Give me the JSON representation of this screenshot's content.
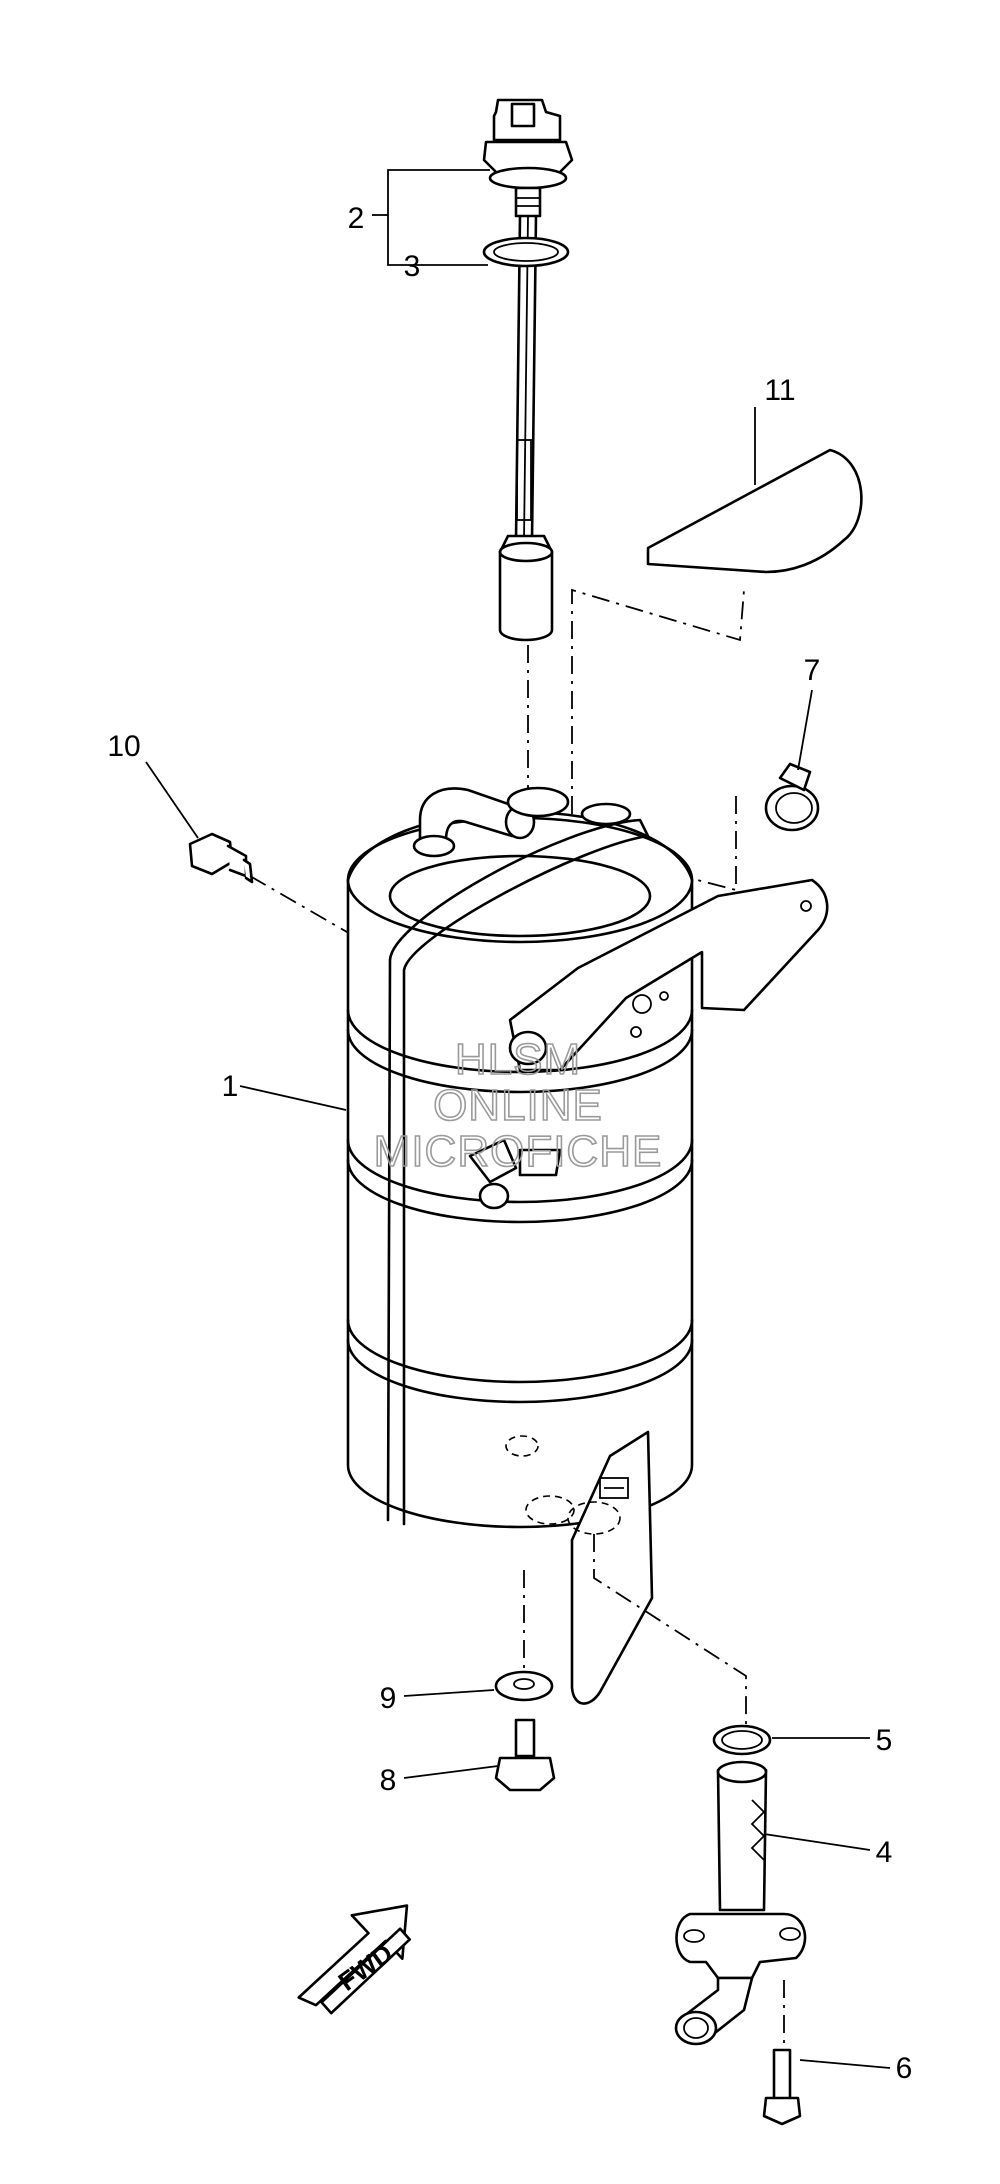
{
  "callouts": {
    "c1": "1",
    "c2": "2",
    "c3": "3",
    "c4": "4",
    "c5": "5",
    "c6": "6",
    "c7": "7",
    "c8": "8",
    "c9": "9",
    "c10": "10",
    "c11": "11"
  },
  "watermark": {
    "line1": "HLSM",
    "line2": "ONLINE",
    "line3": "MICROFICHE"
  },
  "direction_arrow": {
    "label": "FWD"
  }
}
